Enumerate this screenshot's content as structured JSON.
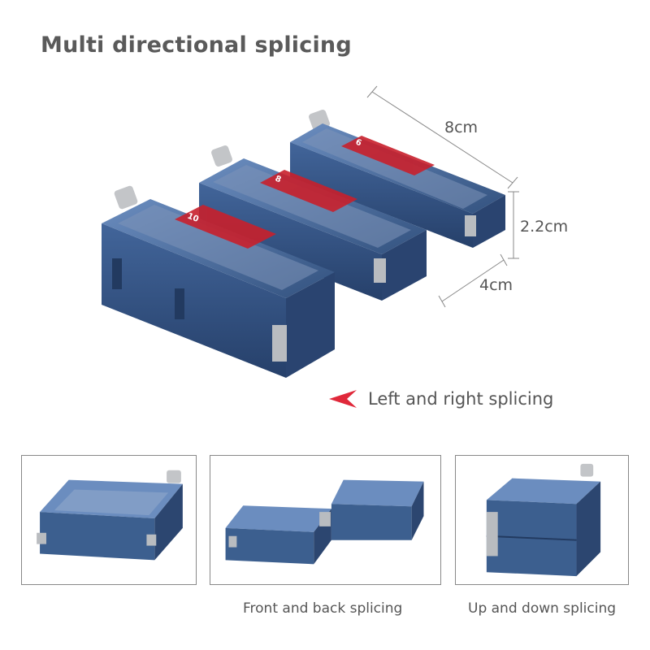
{
  "title": "Multi directional splicing",
  "dimensions": {
    "length": "8cm",
    "height": "2.2cm",
    "width": "4cm"
  },
  "callout": {
    "text": "Left and right splicing",
    "arrow_color": "#e0283a"
  },
  "box_labels": [
    "10",
    "8",
    "6"
  ],
  "panels": [
    {
      "caption": ""
    },
    {
      "caption": "Front and back splicing"
    },
    {
      "caption": "Up and down splicing"
    }
  ],
  "colors": {
    "box_blue": "#3c5f8f",
    "box_dark": "#2c4670",
    "clip_gray": "#b9bcc0",
    "accent_red": "#c8202c"
  }
}
